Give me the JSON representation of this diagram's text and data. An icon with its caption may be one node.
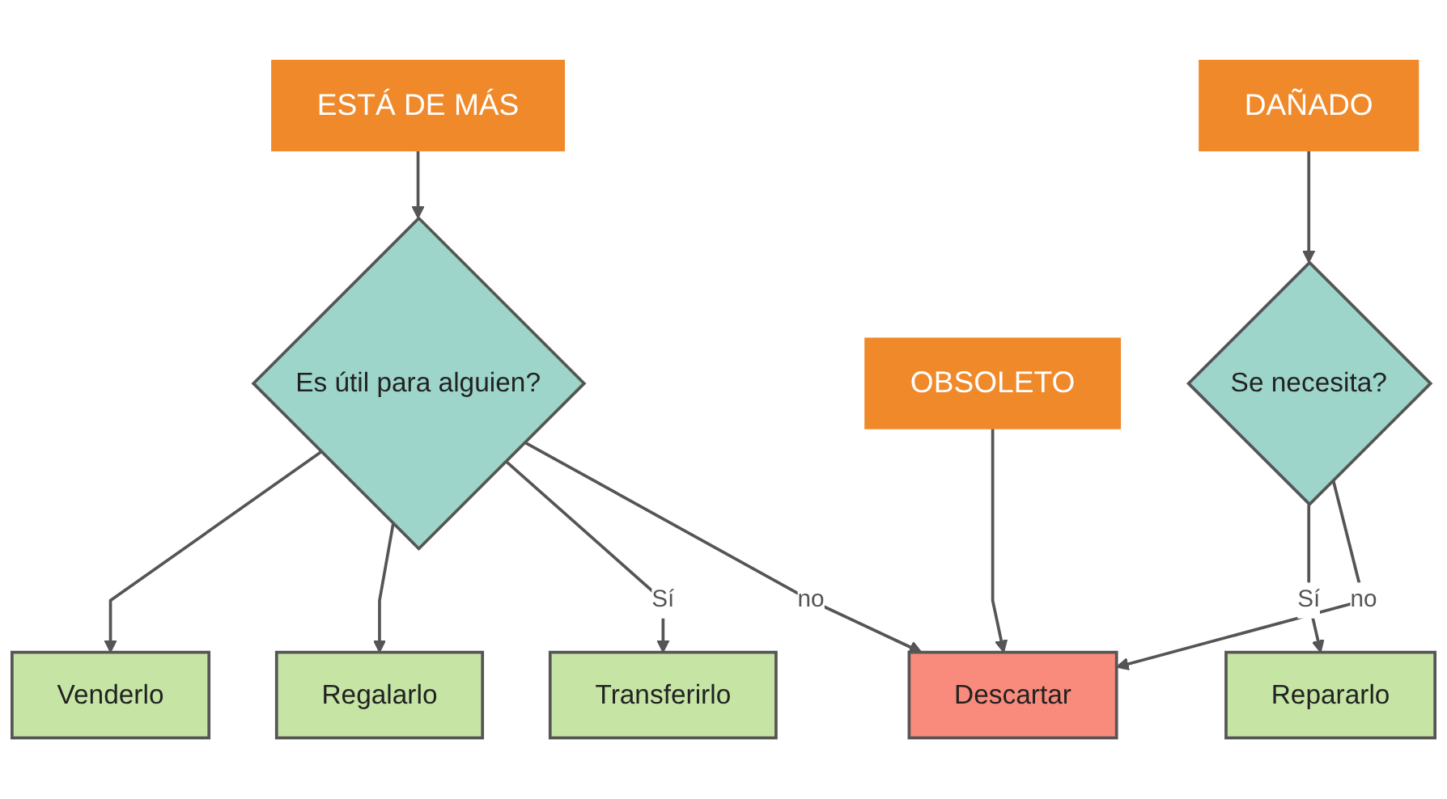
{
  "diagram": {
    "nodes": [
      {
        "text": [
          "ESTÁ DE MÁS"
        ]
      },
      {
        "text": [
          "OBSOLETO"
        ]
      },
      {
        "text": [
          "DAÑADO"
        ]
      },
      {
        "text": [
          "Es útil para alguien?"
        ]
      },
      {
        "text": [
          "Descartar"
        ]
      },
      {
        "text": [
          "Se necesita?"
        ]
      },
      {
        "text": [
          "Transferirlo"
        ]
      },
      {
        "text": [
          "Regalarlo"
        ]
      },
      {
        "text": [
          "Venderlo"
        ]
      },
      {
        "text": [
          "Repararlo"
        ]
      }
    ],
    "edges": [
      {
        "from": 0,
        "to": 3,
        "arrow": "to"
      },
      {
        "from": 1,
        "to": 4,
        "arrow": "to"
      },
      {
        "from": 2,
        "to": 5,
        "arrow": "to"
      },
      {
        "from": 3,
        "to": 4,
        "arrow": "to",
        "label": "no"
      },
      {
        "from": 5,
        "to": 4,
        "arrow": "to",
        "label": "no"
      },
      {
        "from": 3,
        "to": 6,
        "arrow": "to",
        "label": "Sí"
      },
      {
        "from": 3,
        "to": 7,
        "arrow": "to"
      },
      {
        "from": 3,
        "to": 8,
        "arrow": "to"
      },
      {
        "from": 5,
        "to": 9,
        "arrow": "to",
        "label": "Sí"
      }
    ]
  }
}
